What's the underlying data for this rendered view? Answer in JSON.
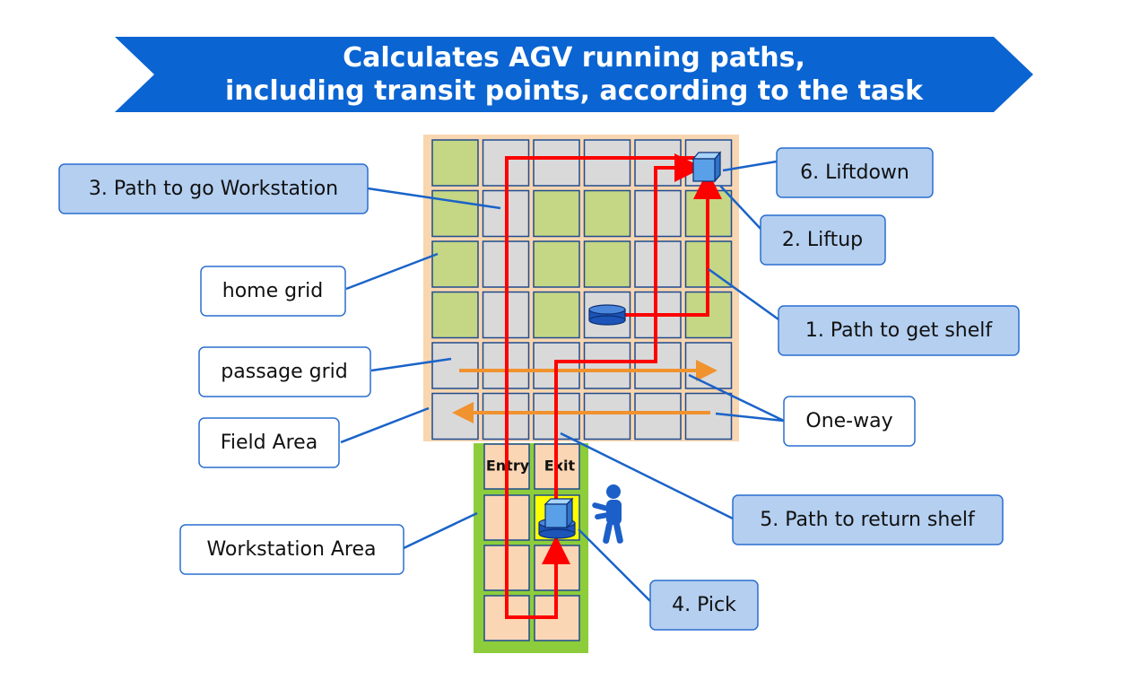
{
  "banner": {
    "line1": "Calculates AGV running paths,",
    "line2": "including transit points, according to the task"
  },
  "labels": {
    "path_to_workstation": "3. Path to go Workstation",
    "home_grid": "home grid",
    "passage_grid": "passage grid",
    "field_area": "Field Area",
    "workstation_area": "Workstation Area",
    "liftdown": "6. Liftdown",
    "liftup": "2. Liftup",
    "path_to_get_shelf": "1. Path to get shelf",
    "one_way": "One-way",
    "path_to_return_shelf": "5. Path to return shelf",
    "pick": "4. Pick"
  },
  "workstation": {
    "entry_label": "Entry",
    "exit_label": "Exit"
  },
  "colors": {
    "banner": "#0a64d2",
    "field_background": "#f8d6b0",
    "home_cell": "#c5d685",
    "passage_cell": "#d9d9d9",
    "cell_border": "#1f4b8f",
    "workstation_background": "#8dcd3c",
    "workstation_cell": "#fbd6b4",
    "pick_cell": "#ffff00",
    "path_red": "#ff0000",
    "one_way_arrow": "#f0922e",
    "light_label_fill": "#b4cff0",
    "callout_line": "#1a63c8",
    "agv": "#1c54b8"
  },
  "field_grid_cell_types": [
    [
      "home",
      "passage",
      "passage",
      "passage",
      "passage",
      "passage"
    ],
    [
      "home",
      "passage",
      "home",
      "home",
      "passage",
      "home"
    ],
    [
      "home",
      "passage",
      "home",
      "home",
      "passage",
      "home"
    ],
    [
      "home",
      "passage",
      "home",
      "passage",
      "passage",
      "home"
    ],
    [
      "passage",
      "passage",
      "passage",
      "passage",
      "passage",
      "passage"
    ],
    [
      "passage",
      "passage",
      "passage",
      "passage",
      "passage",
      "passage"
    ]
  ]
}
